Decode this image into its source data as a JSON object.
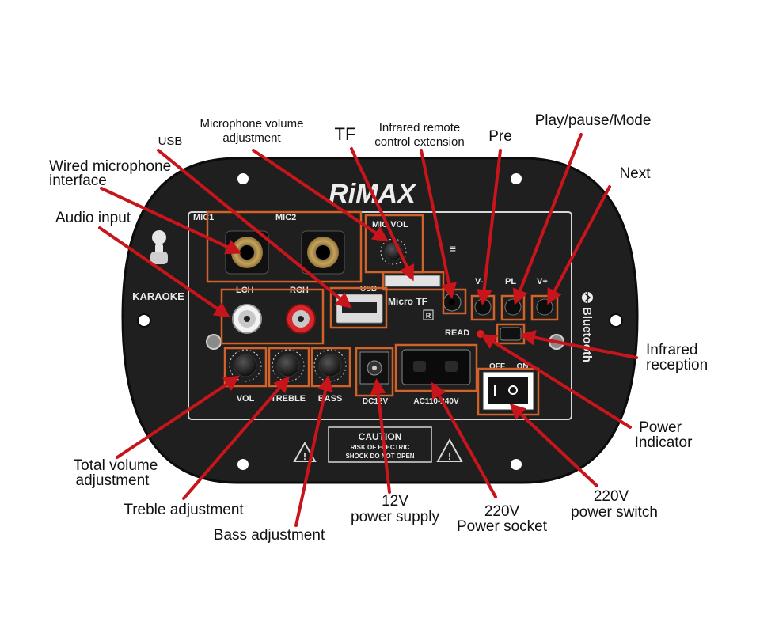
{
  "brand": "RiMAX",
  "panel": {
    "karaoke": "KARAOKE",
    "mic1": "MIC1",
    "mic2": "MIC2",
    "mic_vol": "MIC VOL",
    "lch": "LCH",
    "rch": "RCH",
    "usb": "USB",
    "micro_tf": "Micro TF",
    "tf_mark": "R",
    "v_minus": "V-",
    "pl": "PL",
    "v_plus": "V+",
    "read": "READ",
    "off": "OFF",
    "on": "ON",
    "vol": "VOL",
    "treble": "TREBLE",
    "bass": "BASS",
    "dc": "DC12V",
    "ac": "AC110-240V",
    "bluetooth": "Bluetooth",
    "caution_title": "CAUTION",
    "caution_line1": "RISK OF ELECTRIC",
    "caution_line2": "SHOCK DO NOT OPEN"
  },
  "callouts": {
    "usb": "USB",
    "mic_volume_1": "Microphone volume",
    "mic_volume_2": "adjustment",
    "tf": "TF",
    "ir_remote_1": "Infrared remote",
    "ir_remote_2": "control extension",
    "pre": "Pre",
    "play": "Play/pause/Mode",
    "next": "Next",
    "wired_mic_1": "Wired microphone",
    "wired_mic_2": "interface",
    "audio_input": "Audio input",
    "ir_reception_1": "Infrared",
    "ir_reception_2": "reception",
    "power_indicator_1": "Power",
    "power_indicator_2": "Indicator",
    "total_volume_1": "Total volume",
    "total_volume_2": "adjustment",
    "treble_adj": "Treble adjustment",
    "bass_adj": "Bass adjustment",
    "supply_1": "12V",
    "supply_2": "power supply",
    "socket_1": "220V",
    "socket_2": "Power socket",
    "switch_1": "220V",
    "switch_2": "power switch"
  },
  "colors": {
    "arrow": "#c8141b",
    "box": "#d0622a",
    "panel": "#1f1f1f",
    "led": "#e11b1b"
  }
}
